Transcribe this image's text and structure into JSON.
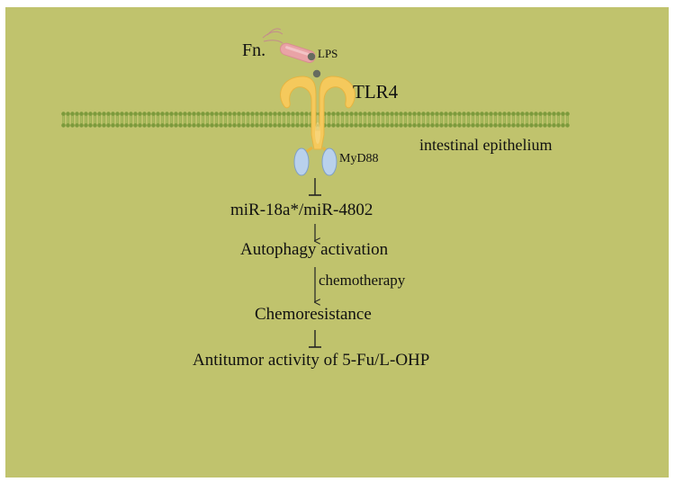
{
  "colors": {
    "background": "#c0c36d",
    "membrane": "#7c9a3c",
    "receptor": "#f5c95c",
    "myd88": "#b9d1ec",
    "bacterium": "#e9a3a6",
    "lps": "#666b5f",
    "text": "#111111"
  },
  "icons": [
    "bacterium-icon",
    "lps-icon",
    "tlr4-receptor-icon",
    "myd88-icon",
    "membrane-icon"
  ],
  "labels": {
    "bacterium": "Fn.",
    "lps": "LPS",
    "receptor": "TLR4",
    "adaptor": "MyD88",
    "membrane": "intestinal epithelium"
  },
  "pathway": {
    "step1": "miR-18a*/miR-4802",
    "step2": "Autophagy activation",
    "step3": "Chemoresistance",
    "step4": "Antitumor activity of 5-Fu/L-OHP",
    "condition": "chemotherapy"
  },
  "edges": [
    {
      "from": "MyD88",
      "to": "miR-18a*/miR-4802",
      "type": "inhibition"
    },
    {
      "from": "miR-18a*/miR-4802",
      "to": "Autophagy activation",
      "type": "activation"
    },
    {
      "from": "Autophagy activation",
      "to": "Chemoresistance",
      "type": "activation",
      "label": "chemotherapy"
    },
    {
      "from": "Chemoresistance",
      "to": "Antitumor activity of 5-Fu/L-OHP",
      "type": "inhibition"
    }
  ]
}
